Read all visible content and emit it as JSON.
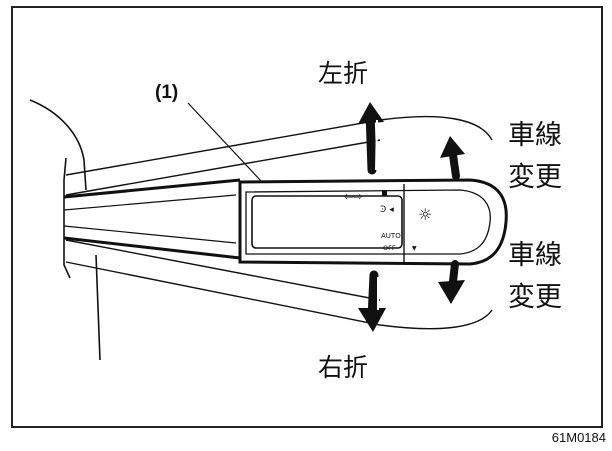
{
  "diagram": {
    "callout": "(1)",
    "labels": {
      "left_turn": "左折",
      "right_turn": "右折",
      "lane_change_upper_line1": "車線",
      "lane_change_upper_line2": "変更",
      "lane_change_lower_line1": "車線",
      "lane_change_lower_line2": "変更"
    },
    "switch_markings": {
      "auto": "AUTO",
      "off": "OFF"
    },
    "figure_id": "61M0184"
  }
}
